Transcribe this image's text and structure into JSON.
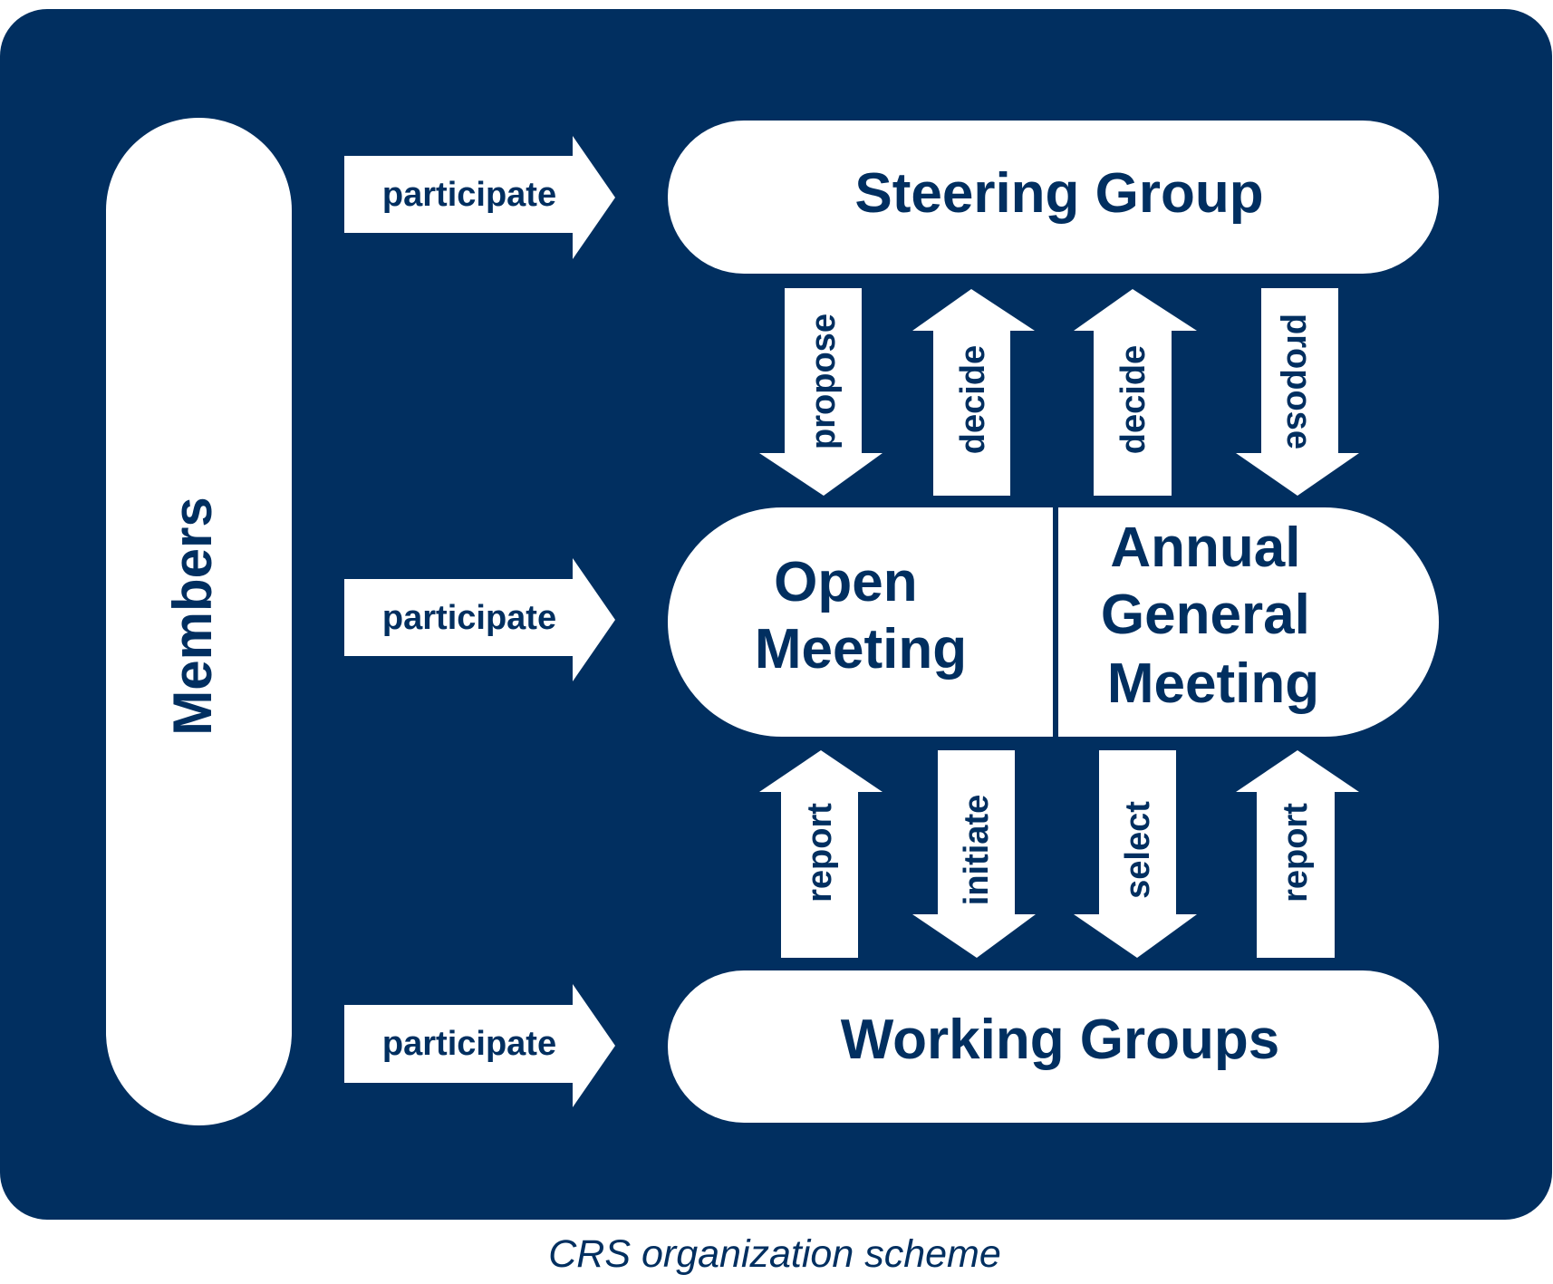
{
  "colors": {
    "panel": "#012f60",
    "shape": "#ffffff",
    "text": "#012f60"
  },
  "nodes": {
    "members": "Members",
    "steering_group": "Steering Group",
    "open_meeting": [
      "Open",
      "Meeting"
    ],
    "annual_general_meeting": [
      "Annual",
      "General",
      "Meeting"
    ],
    "working_groups": "Working Groups"
  },
  "arrows": {
    "participate_steering": "participate",
    "participate_meetings": "participate",
    "participate_working": "participate",
    "open_to_steering_propose": "propose",
    "steering_to_open_decide": "decide",
    "steering_to_agm_decide": "decide",
    "agm_to_steering_propose": "propose",
    "working_to_open_report": "report",
    "open_to_working_initiate": "initiate",
    "agm_to_working_select": "select",
    "working_to_agm_report": "report"
  },
  "caption": "CRS organization scheme"
}
